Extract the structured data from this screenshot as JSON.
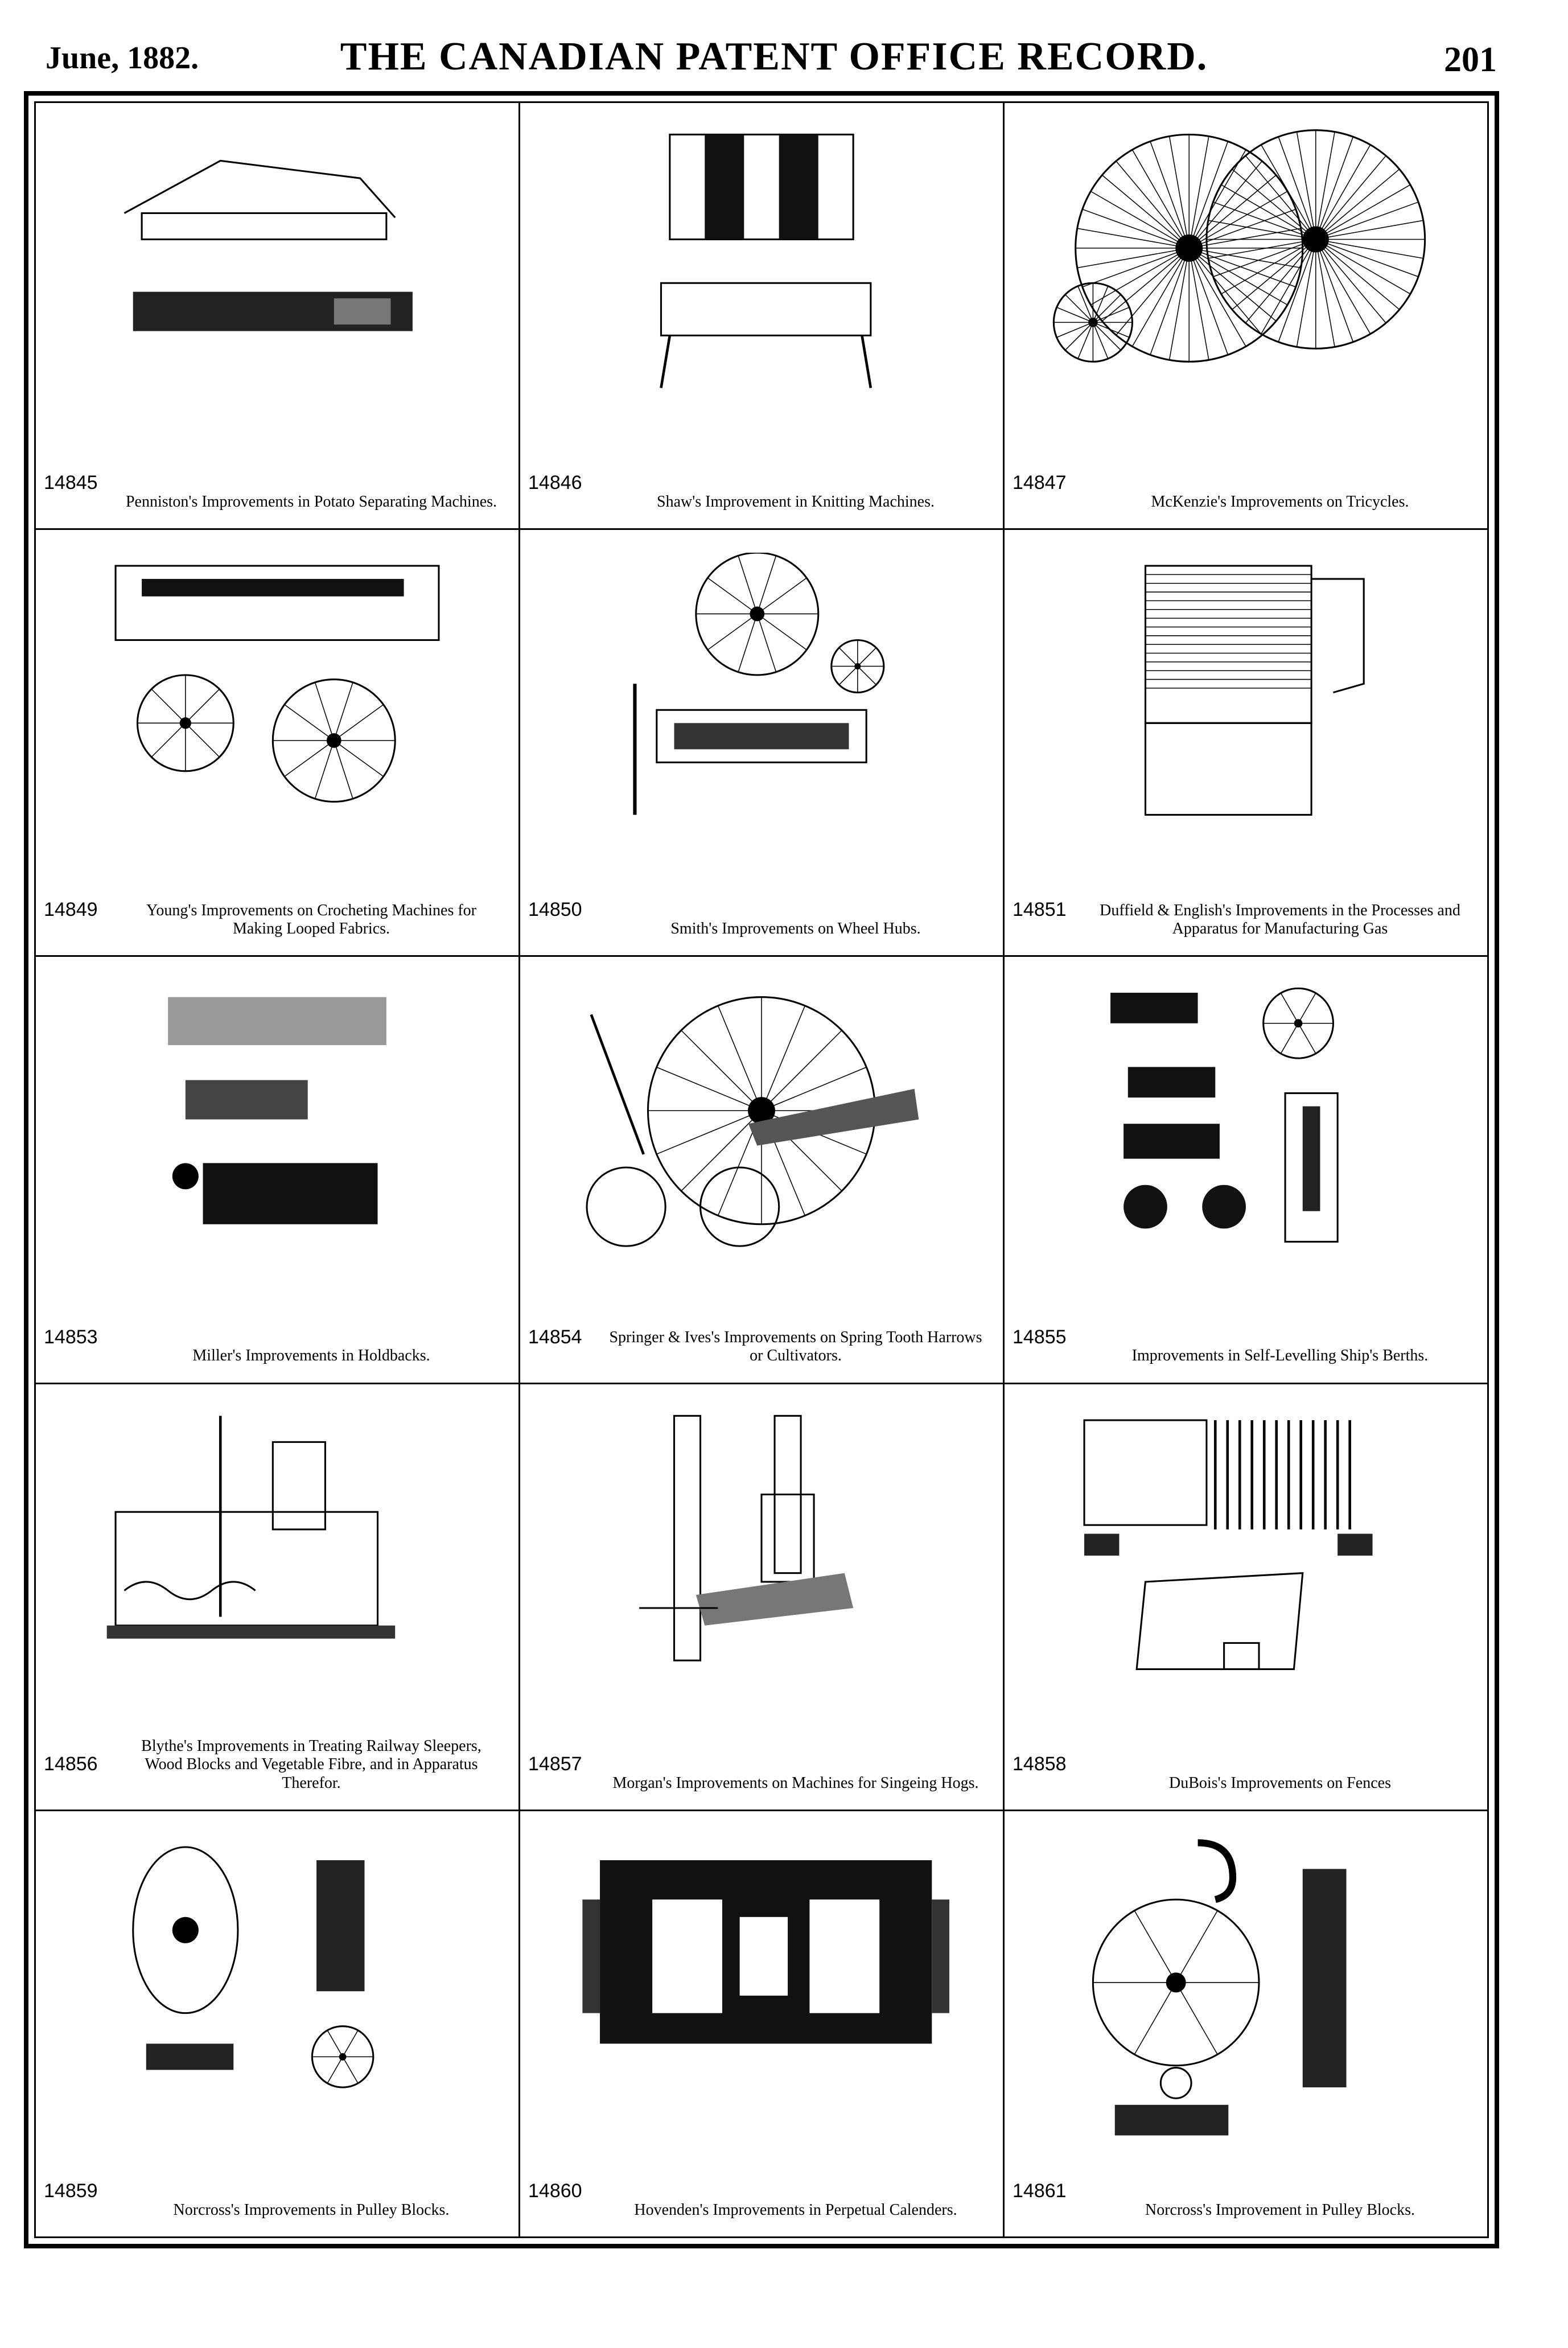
{
  "header": {
    "date": "June, 1882.",
    "title": "THE CANADIAN PATENT OFFICE RECORD.",
    "page": "201"
  },
  "patents": [
    {
      "number": "14845",
      "caption": "Penniston's Improvements in Potato Separating Machines.",
      "drawing": "machine"
    },
    {
      "number": "14846",
      "caption": "Shaw's Improvement in Knitting Machines.",
      "drawing": "frame"
    },
    {
      "number": "14847",
      "caption": "McKenzie's Improvements on Tricycles.",
      "drawing": "tricycle"
    },
    {
      "number": "14849",
      "caption": "Young's Improvements on Crocheting Machines for Making Looped Fabrics.",
      "drawing": "gears"
    },
    {
      "number": "14850",
      "caption": "Smith's Improvements on Wheel Hubs.",
      "drawing": "hub"
    },
    {
      "number": "14851",
      "caption": "Duffield & English's Improvements in the Processes and Apparatus for Manufacturing Gas",
      "drawing": "tower"
    },
    {
      "number": "14853",
      "caption": "Miller's Improvements in Holdbacks.",
      "drawing": "blocks"
    },
    {
      "number": "14854",
      "caption": "Springer & Ives's Improvements on Spring Tooth Harrows or Cultivators.",
      "drawing": "wheel"
    },
    {
      "number": "14855",
      "caption": "Improvements in Self-Levelling Ship's Berths.",
      "drawing": "parts"
    },
    {
      "number": "14856",
      "caption": "Blythe's Improvements in Treating Railway Sleepers, Wood Blocks and Vegetable Fibre, and in Apparatus Therefor.",
      "drawing": "tank"
    },
    {
      "number": "14857",
      "caption": "Morgan's Improvements on Machines for Singeing Hogs.",
      "drawing": "posts"
    },
    {
      "number": "14858",
      "caption": "DuBois's Improvements on Fences",
      "drawing": "fence"
    },
    {
      "number": "14859",
      "caption": "Norcross's Improvements in Pulley Blocks.",
      "drawing": "pulley"
    },
    {
      "number": "14860",
      "caption": "Hovenden's Improvements in Perpetual Calenders.",
      "drawing": "calendar"
    },
    {
      "number": "14861",
      "caption": "Norcross's Improvement in Pulley Blocks.",
      "drawing": "hook"
    }
  ]
}
